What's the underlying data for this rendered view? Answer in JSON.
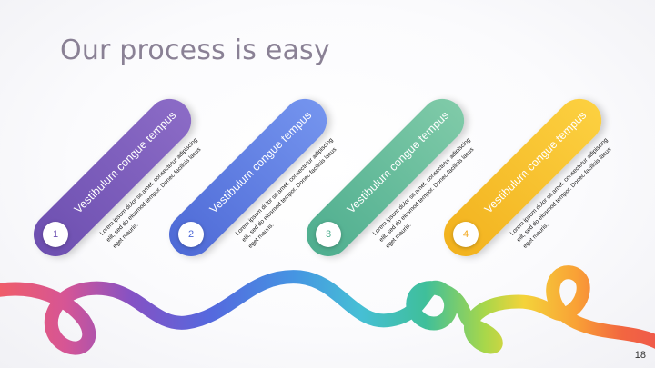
{
  "slide": {
    "title": "Our process is easy",
    "page_number": "18",
    "steps": [
      {
        "number": "1",
        "label": "Vestibulum congue tempus",
        "description": "Lorem ipsum dolor sit amet, consectetur adipiscing elit, sed do eiusmod tempor. Donec facilisis lacus eget mauris.",
        "color_start": "#6d4fb0",
        "color_end": "#8b6bc6",
        "number_color": "#6c4fb0"
      },
      {
        "number": "2",
        "label": "Vestibulum congue tempus",
        "description": "Lorem ipsum dolor sit amet, consectetur adipiscing elit, sed do eiusmod tempor. Donec facilisis lacus eget mauris.",
        "color_start": "#4e6ad6",
        "color_end": "#7494ee",
        "number_color": "#4e6ad6"
      },
      {
        "number": "3",
        "label": "Vestibulum congue tempus",
        "description": "Lorem ipsum dolor sit amet, consectetur adipiscing elit, sed do eiusmod tempor. Donec facilisis lacus eget mauris.",
        "color_start": "#4fae8f",
        "color_end": "#7fcaa8",
        "number_color": "#4fae8f"
      },
      {
        "number": "4",
        "label": "Vestibulum congue tempus",
        "description": "Lorem ipsum dolor sit amet, consectetur adipiscing elit, sed do eiusmod tempor. Donec facilisis lacus eget mauris.",
        "color_start": "#f2b21e",
        "color_end": "#fcd040",
        "number_color": "#f2a81e"
      }
    ]
  }
}
